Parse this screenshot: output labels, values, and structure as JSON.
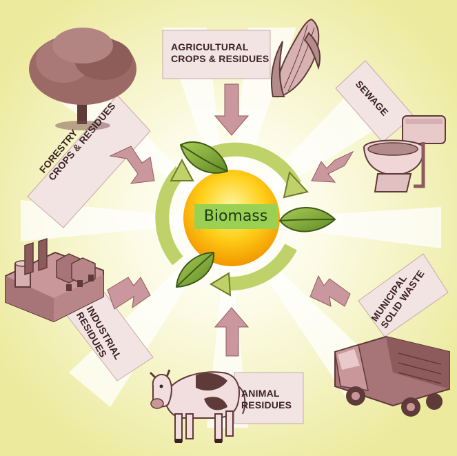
{
  "center": {
    "label": "Biomass"
  },
  "sources": {
    "agricultural": {
      "line1": "AGRICULTURAL",
      "line2": "CROPS & RESIDUES",
      "icon": "corn-icon"
    },
    "forestry": {
      "line1": "FORESTRY",
      "line2": "CROPS & RESIDUES",
      "icon": "tree-icon"
    },
    "sewage": {
      "line1": "SEWAGE",
      "icon": "toilet-icon"
    },
    "industrial": {
      "line1": "INDUSTRIAL",
      "line2": "RESIDUES",
      "icon": "factory-icon"
    },
    "municipal": {
      "line1": "MUNICIPAL",
      "line2": "SOLID WASTE",
      "icon": "garbage-truck-icon"
    },
    "animal": {
      "line1": "ANIMAL",
      "line2": "RESIDUES",
      "icon": "cow-icon"
    }
  },
  "colors": {
    "background": "#f6f3c8",
    "panel": "#f3e4e4",
    "arrow": "#c9979d",
    "icon": "#8e5b5d",
    "cycle": "#bfd26a",
    "leaf": "#7fa83a",
    "sun": "#ffb400",
    "label_bg": "#9bd152"
  }
}
